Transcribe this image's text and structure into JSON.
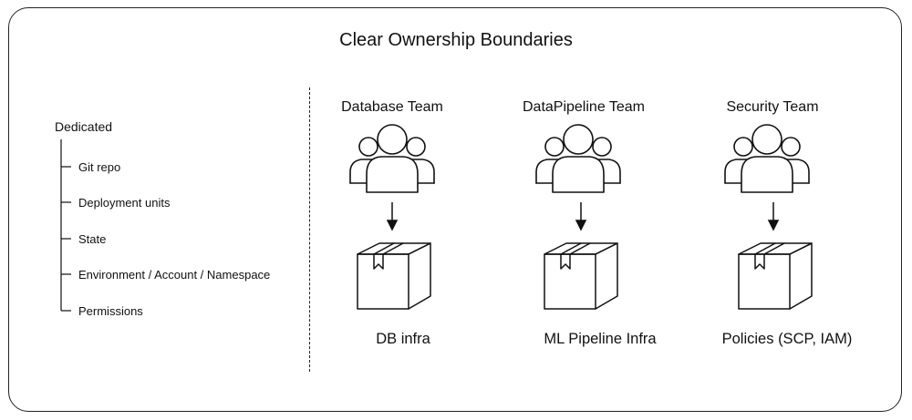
{
  "title": "Clear Ownership Boundaries",
  "dedicated": {
    "label": "Dedicated",
    "items": [
      "Git repo",
      "Deployment units",
      "State",
      "Environment / Account / Namespace",
      "Permissions"
    ]
  },
  "teams": [
    {
      "name": "Database Team",
      "infra": "DB infra",
      "icon": "people-group-icon",
      "box_icon": "package-box-icon"
    },
    {
      "name": "DataPipeline Team",
      "infra": "ML Pipeline Infra",
      "icon": "people-group-icon",
      "box_icon": "package-box-icon"
    },
    {
      "name": "Security Team",
      "infra": "Policies (SCP, IAM)",
      "icon": "people-group-icon",
      "box_icon": "package-box-icon"
    }
  ],
  "colors": {
    "stroke": "#111111",
    "background": "#ffffff",
    "frame": "#222222"
  }
}
